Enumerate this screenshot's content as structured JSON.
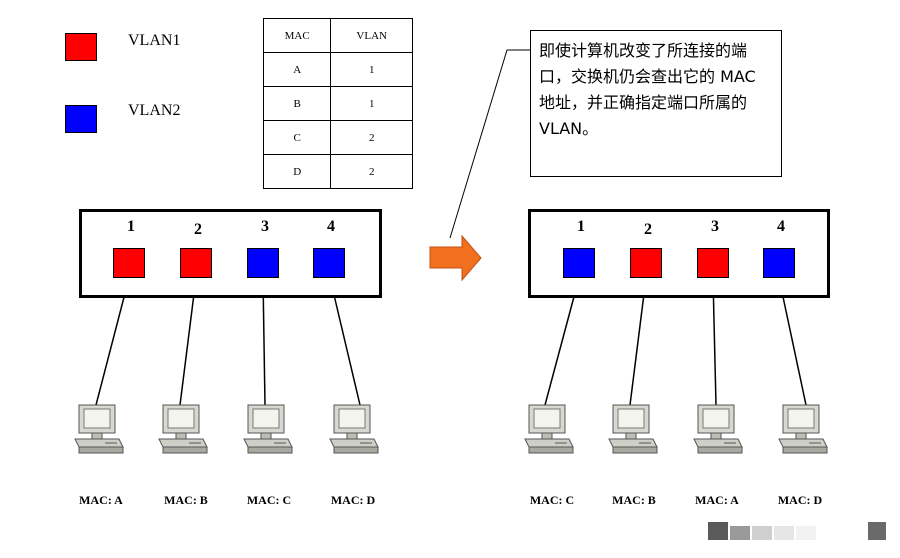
{
  "legend": [
    {
      "label": "VLAN1",
      "color": "#ff0000"
    },
    {
      "label": "VLAN2",
      "color": "#0000ff"
    }
  ],
  "mac_table": {
    "headers": [
      "MAC",
      "VLAN"
    ],
    "rows": [
      [
        "A",
        "1"
      ],
      [
        "B",
        "1"
      ],
      [
        "C",
        "2"
      ],
      [
        "D",
        "2"
      ]
    ]
  },
  "left_switch": {
    "ports": [
      {
        "number": "1",
        "color": "#ff0000"
      },
      {
        "number": "2",
        "color": "#ff0000"
      },
      {
        "number": "3",
        "color": "#0000ff"
      },
      {
        "number": "4",
        "color": "#0000ff"
      }
    ],
    "hosts": [
      "MAC: A",
      "MAC: B",
      "MAC: C",
      "MAC: D"
    ]
  },
  "right_switch": {
    "ports": [
      {
        "number": "1",
        "color": "#0000ff"
      },
      {
        "number": "2",
        "color": "#ff0000"
      },
      {
        "number": "3",
        "color": "#ff0000"
      },
      {
        "number": "4",
        "color": "#0000ff"
      }
    ],
    "hosts": [
      "MAC: C",
      "MAC: B",
      "MAC: A",
      "MAC: D"
    ]
  },
  "note": "即使计算机改变了所连接的端口，交换机仍会查出它的 MAC 地址，并正确指定端口所属的 VLAN。",
  "colors": {
    "arrow": "#f07020",
    "vlan1": "#ff0000",
    "vlan2": "#0000ff"
  },
  "icons": {
    "computer": "computer-icon",
    "arrow": "right-arrow-icon"
  }
}
